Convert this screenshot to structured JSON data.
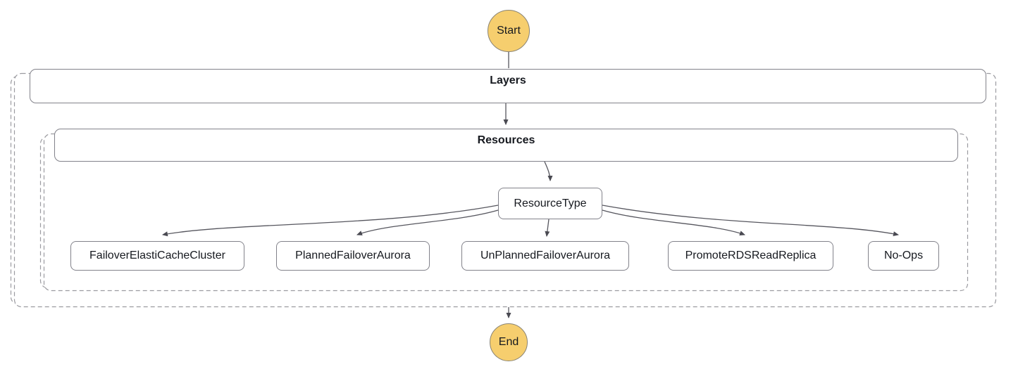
{
  "workflow": {
    "start": {
      "label": "Start"
    },
    "end": {
      "label": "End"
    },
    "containers": {
      "layers": {
        "label": "Layers"
      },
      "resources": {
        "label": "Resources"
      }
    },
    "nodes": {
      "resource_type": {
        "label": "ResourceType"
      },
      "leaves": [
        {
          "label": "FailoverElastiCacheCluster"
        },
        {
          "label": "PlannedFailoverAurora"
        },
        {
          "label": "UnPlannedFailoverAurora"
        },
        {
          "label": "PromoteRDSReadReplica"
        },
        {
          "label": "No-Ops"
        }
      ]
    },
    "colors": {
      "terminal_fill": "#f6ce6e",
      "terminal_border": "#8a8474",
      "node_border": "#82828a",
      "container_dash": "#9b9ba0",
      "edge": "#56565e",
      "text": "#16191f"
    }
  }
}
